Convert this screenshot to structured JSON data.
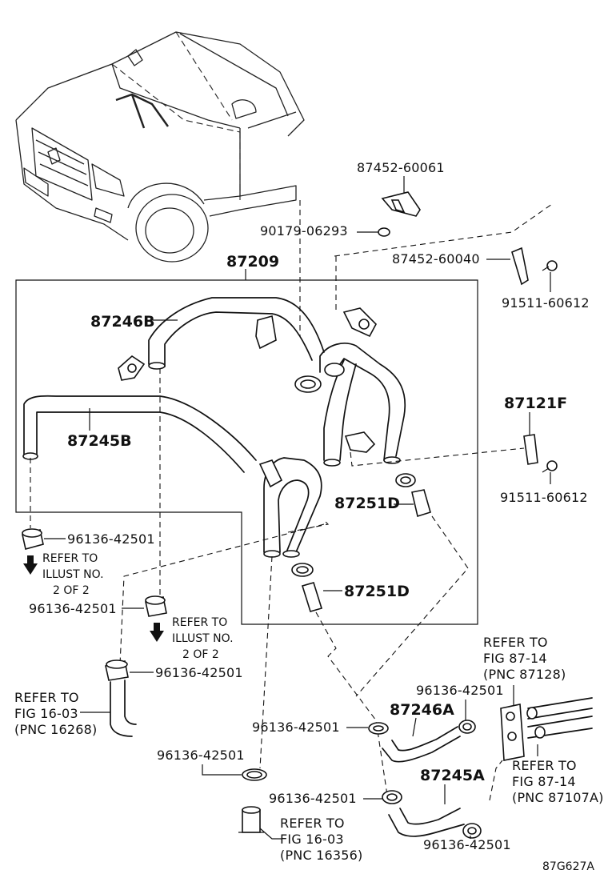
{
  "diagram": {
    "code": "87G627A",
    "group_label": "87209",
    "parts": {
      "bracket_top": "87452-60061",
      "nut_top": "90179-06293",
      "bracket_right": "87452-60040",
      "bolt_top": "91511-60612",
      "hose_upper": "87246B",
      "hose_lower": "87245B",
      "clamp_part": "87121F",
      "bolt_mid": "91511-60612",
      "hose_joint_1": "87251D",
      "hose_joint_2": "87251D",
      "hose_front_a": "87246A",
      "hose_front_b": "87245A",
      "clip_1": "96136-42501",
      "clip_2": "96136-42501",
      "clip_3": "96136-42501",
      "clip_4": "96136-42501",
      "clip_5": "96136-42501",
      "clip_6": "96136-42501",
      "clip_7": "96136-42501",
      "clip_8": "96136-42501"
    },
    "refers": {
      "illust_a": [
        "REFER TO",
        "ILLUST NO.",
        "2 OF 2"
      ],
      "illust_b": [
        "REFER TO",
        "ILLUST NO.",
        "2 OF 2"
      ],
      "fig_16_03_a": [
        "REFER TO",
        "FIG 16-03",
        "(PNC 16268)"
      ],
      "fig_16_03_b": [
        "REFER TO",
        "FIG 16-03",
        "(PNC 16356)"
      ],
      "fig_87_14_a": [
        "REFER TO",
        "FIG 87-14",
        "(PNC 87128)"
      ],
      "fig_87_14_b": [
        "REFER TO",
        "FIG 87-14",
        "(PNC 87107A)"
      ]
    }
  }
}
